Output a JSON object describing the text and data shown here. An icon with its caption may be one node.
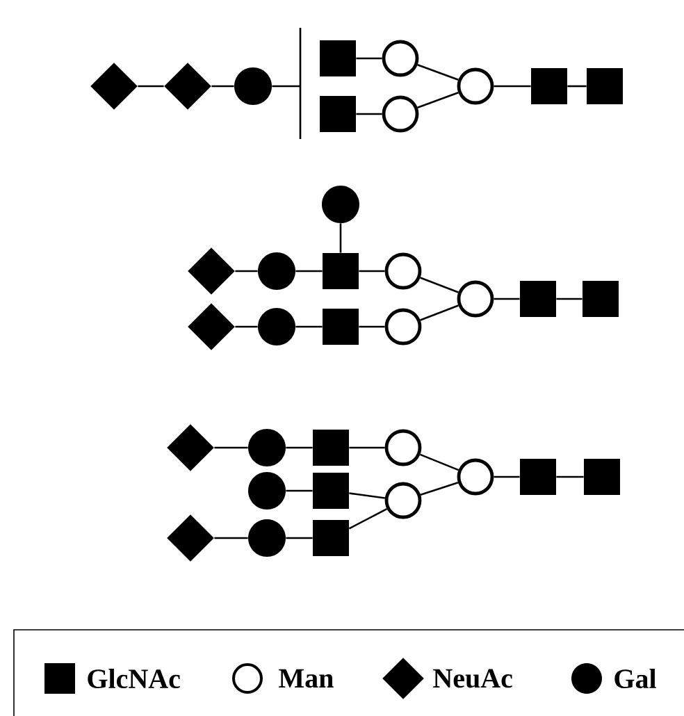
{
  "diagram": {
    "nodes": [
      {
        "text": [],
        "shape": "diamond"
      },
      {
        "text": [],
        "shape": "diamond"
      },
      {
        "text": [],
        "shape": "disc"
      },
      {
        "text": [],
        "shape": "square"
      },
      {
        "text": [],
        "shape": "circle"
      },
      {
        "text": [],
        "shape": "square"
      },
      {
        "text": [],
        "shape": "circle"
      },
      {
        "text": [],
        "shape": "circle"
      },
      {
        "text": [],
        "shape": "square"
      },
      {
        "text": [],
        "shape": "square"
      },
      {
        "text": [],
        "shape": "disc"
      },
      {
        "text": [],
        "shape": "diamond"
      },
      {
        "text": [],
        "shape": "disc"
      },
      {
        "text": [],
        "shape": "square"
      },
      {
        "text": [],
        "shape": "circle"
      },
      {
        "text": [],
        "shape": "diamond"
      },
      {
        "text": [],
        "shape": "disc"
      },
      {
        "text": [],
        "shape": "square"
      },
      {
        "text": [],
        "shape": "circle"
      },
      {
        "text": [],
        "shape": "circle"
      },
      {
        "text": [],
        "shape": "square"
      },
      {
        "text": [],
        "shape": "square"
      },
      {
        "text": [],
        "shape": "diamond"
      },
      {
        "text": [],
        "shape": "disc"
      },
      {
        "text": [],
        "shape": "square"
      },
      {
        "text": [],
        "shape": "circle"
      },
      {
        "text": [],
        "shape": "disc"
      },
      {
        "text": [],
        "shape": "square"
      },
      {
        "text": [],
        "shape": "circle"
      },
      {
        "text": [],
        "shape": "diamond"
      },
      {
        "text": [],
        "shape": "disc"
      },
      {
        "text": [],
        "shape": "square"
      },
      {
        "text": [],
        "shape": "circle"
      },
      {
        "text": [],
        "shape": "square"
      },
      {
        "text": [],
        "shape": "square"
      }
    ],
    "edges": [
      {
        "from": 0,
        "to": 1,
        "arrow": "none"
      },
      {
        "from": 1,
        "to": 2,
        "arrow": "none"
      },
      {
        "from": 2,
        "to": null,
        "arrow": "none"
      },
      {
        "from": 3,
        "to": 4,
        "arrow": "none"
      },
      {
        "from": 5,
        "to": 6,
        "arrow": "none"
      },
      {
        "from": 4,
        "to": 7,
        "arrow": "none"
      },
      {
        "from": 6,
        "to": 7,
        "arrow": "none"
      },
      {
        "from": 7,
        "to": 8,
        "arrow": "none"
      },
      {
        "from": 8,
        "to": 9,
        "arrow": "none"
      },
      {
        "from": 10,
        "to": 13,
        "arrow": "none"
      },
      {
        "from": 11,
        "to": 12,
        "arrow": "none"
      },
      {
        "from": 12,
        "to": 13,
        "arrow": "none"
      },
      {
        "from": 13,
        "to": 14,
        "arrow": "none"
      },
      {
        "from": 15,
        "to": 16,
        "arrow": "none"
      },
      {
        "from": 16,
        "to": 17,
        "arrow": "none"
      },
      {
        "from": 17,
        "to": 18,
        "arrow": "none"
      },
      {
        "from": 14,
        "to": 19,
        "arrow": "none"
      },
      {
        "from": 18,
        "to": 19,
        "arrow": "none"
      },
      {
        "from": 19,
        "to": 20,
        "arrow": "none"
      },
      {
        "from": 20,
        "to": 21,
        "arrow": "none"
      },
      {
        "from": 22,
        "to": 23,
        "arrow": "none"
      },
      {
        "from": 23,
        "to": 24,
        "arrow": "none"
      },
      {
        "from": 24,
        "to": 25,
        "arrow": "none"
      },
      {
        "from": 26,
        "to": 27,
        "arrow": "none"
      },
      {
        "from": 27,
        "to": 28,
        "arrow": "none"
      },
      {
        "from": 29,
        "to": 30,
        "arrow": "none"
      },
      {
        "from": 30,
        "to": 31,
        "arrow": "none"
      },
      {
        "from": 31,
        "to": 28,
        "arrow": "none"
      },
      {
        "from": 25,
        "to": 32,
        "arrow": "none"
      },
      {
        "from": 28,
        "to": 32,
        "arrow": "none"
      },
      {
        "from": 32,
        "to": 33,
        "arrow": "none"
      },
      {
        "from": 33,
        "to": 34,
        "arrow": "none"
      }
    ],
    "legend": [
      {
        "text": "GlcNAc"
      },
      {
        "text": "Man"
      },
      {
        "text": "NeuAc"
      },
      {
        "text": "Gal"
      }
    ]
  }
}
